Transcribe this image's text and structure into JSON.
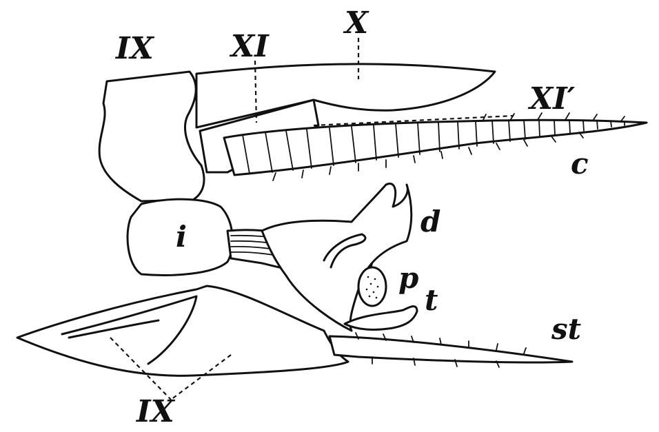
{
  "figure": {
    "labels": {
      "IX_top": "IX",
      "XI_top": "XI",
      "X_top": "X",
      "XI_prime": "XI′",
      "c": "c",
      "i": "i",
      "d": "d",
      "p": "p",
      "t": "t",
      "st": "st",
      "IX_bottom": "IX"
    }
  }
}
